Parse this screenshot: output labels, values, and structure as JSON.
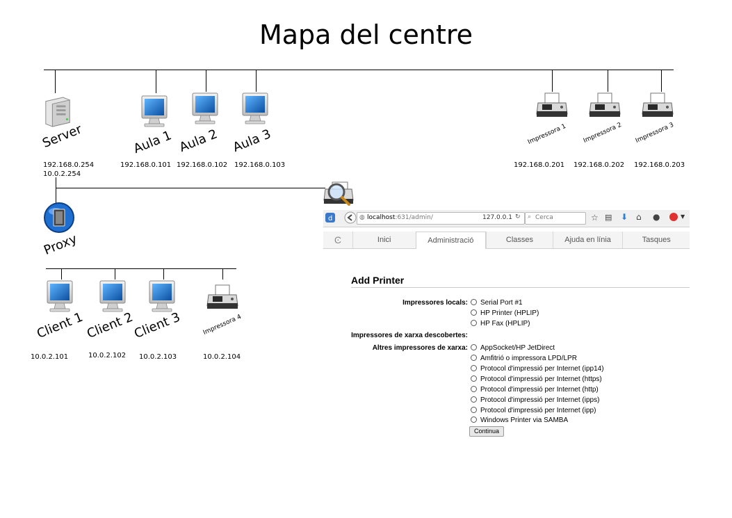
{
  "title": "Mapa del centre",
  "nodes": {
    "server": {
      "label": "Server",
      "ip1": "192.168.0.254",
      "ip2": "10.0.2.254"
    },
    "aula1": {
      "label": "Aula 1",
      "ip": "192.168.0.101"
    },
    "aula2": {
      "label": "Aula 2",
      "ip": "192.168.0.102"
    },
    "aula3": {
      "label": "Aula 3",
      "ip": "192.168.0.103"
    },
    "imp1": {
      "label": "Impressora 1",
      "ip": "192.168.0.201"
    },
    "imp2": {
      "label": "Impressora 2",
      "ip": "192.168.0.202"
    },
    "imp3": {
      "label": "Impressora 3",
      "ip": "192.168.0.203"
    },
    "proxy": {
      "label": "Proxy"
    },
    "client1": {
      "label": "Client 1",
      "ip": "10.0.2.101"
    },
    "client2": {
      "label": "Client 2",
      "ip": "10.0.2.102"
    },
    "client3": {
      "label": "Client 3",
      "ip": "10.0.2.103"
    },
    "imp4": {
      "label": "Impressora 4",
      "ip": "10.0.2.104"
    }
  },
  "browser": {
    "url": "localhost:631/admin/",
    "url_host": "localhost",
    "url_rest": ":631/admin/",
    "ip_hint": "127.0.0.1",
    "search_placeholder": "Cerca",
    "tabs": [
      "Inici",
      "Administració",
      "Classes",
      "Ajuda en línia",
      "Tasques"
    ],
    "active_tab": "Administració"
  },
  "form": {
    "heading": "Add Printer",
    "local_label": "Impressores locals:",
    "local_options": [
      "Serial Port #1",
      "HP Printer (HPLIP)",
      "HP Fax (HPLIP)"
    ],
    "discovered_label": "Impressores de xarxa descobertes:",
    "other_label": "Altres impressores de xarxa:",
    "other_options": [
      "AppSocket/HP JetDirect",
      "Amfitrió o impressora LPD/LPR",
      "Protocol d'impressió per Internet (ipp14)",
      "Protocol d'impressió per Internet (https)",
      "Protocol d'impressió per Internet (http)",
      "Protocol d'impressió per Internet (ipps)",
      "Protocol d'impressió per Internet (ipp)",
      "Windows Printer via SAMBA"
    ],
    "continue_label": "Continua"
  },
  "colors": {
    "monitor_screen": "#1a78c8",
    "proxy_globe": "#1f6fd0",
    "badge": "#e03030"
  }
}
